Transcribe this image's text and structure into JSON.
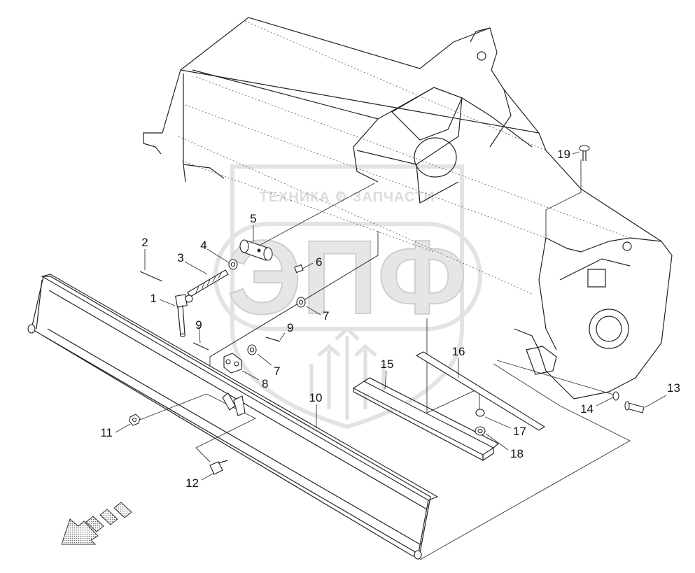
{
  "watermark": {
    "top_text": "ТЕХНИКА ⚙ ЗАПЧАСТИ",
    "big_text": "ЭПФ"
  },
  "callouts": [
    "1",
    "2",
    "3",
    "4",
    "5",
    "6",
    "7",
    "7",
    "8",
    "9",
    "9",
    "10",
    "11",
    "12",
    "13",
    "14",
    "15",
    "16",
    "17",
    "18",
    "19"
  ],
  "icons": {
    "direction": "travel-direction-arrow-icon"
  }
}
